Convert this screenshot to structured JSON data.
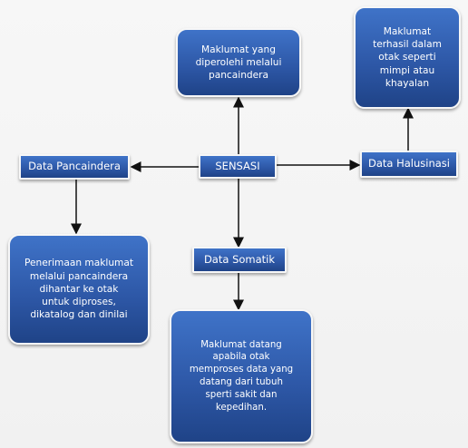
{
  "diagram": {
    "nodes": {
      "sensasi": "SENSASI",
      "data_pancaindera": "Data Pancaindera",
      "data_halusinasi": "Data Halusinasi",
      "data_somatik": "Data Somatik",
      "maklumat_pancaindera": "Maklumat yang\ndiperolehi melalui\npancaindera",
      "maklumat_halusinasi": "Maklumat\nterhasil dalam\notak seperti\nmimpi atau\nkhayalan",
      "penerimaan_maklumat": "Penerimaan maklumat\nmelalui pancaindera\ndihantar ke otak\nuntuk diproses,\ndikatalog dan dinilai",
      "maklumat_somatik": "Maklumat datang\napabila otak\nmemproses data yang\ndatang dari tubuh\nsperti sakit dan\nkepedihan."
    },
    "colors": {
      "box_top": "#3f73c8",
      "box_bottom": "#1f4387",
      "border": "#f7f7f7",
      "arrow": "#111111"
    }
  }
}
